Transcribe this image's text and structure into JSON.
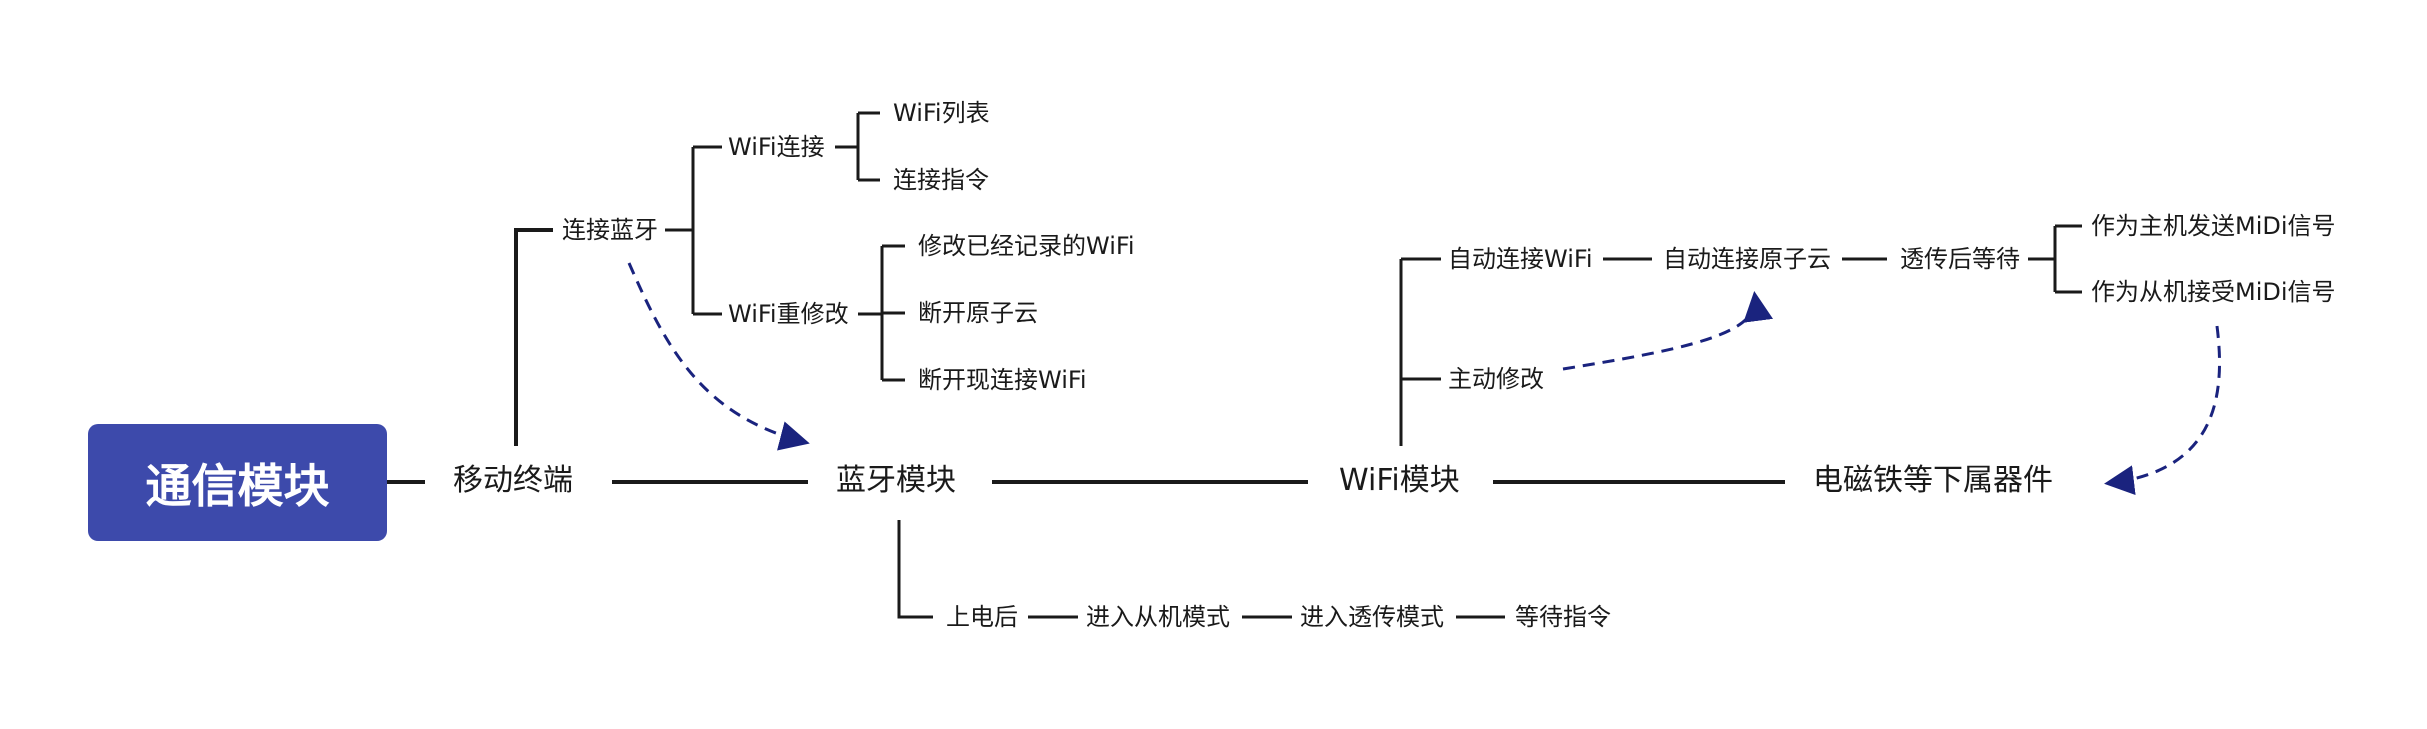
{
  "root": {
    "label": "通信模块"
  },
  "main_chain": {
    "mobile": "移动终端",
    "bluetooth": "蓝牙模块",
    "wifi_module": "WiFi模块",
    "em_parts": "电磁铁等下属器件"
  },
  "mobile_branch": {
    "connect_bt": "连接蓝牙",
    "wifi_connect": "WiFi连接",
    "wifi_list": "WiFi列表",
    "connect_cmd": "连接指令",
    "wifi_modify": "WiFi重修改",
    "modify_recorded": "修改已经记录的WiFi",
    "disconnect_cloud": "断开原子云",
    "disconnect_wifi": "断开现连接WiFi"
  },
  "wifi_branch": {
    "auto_connect_wifi": "自动连接WiFi",
    "auto_connect_cloud": "自动连接原子云",
    "passthrough_wait": "透传后等待",
    "as_master": "作为主机发送MiDi信号",
    "as_slave": "作为从机接受MiDi信号",
    "manual_modify": "主动修改"
  },
  "bt_branch": {
    "power_on": "上电后",
    "slave_mode": "进入从机模式",
    "passthrough_mode": "进入透传模式",
    "wait_cmd": "等待指令"
  },
  "colors": {
    "root_fill": "#3d4aab",
    "line": "#1a1a1a",
    "dashed_arrow": "#1a237e"
  }
}
